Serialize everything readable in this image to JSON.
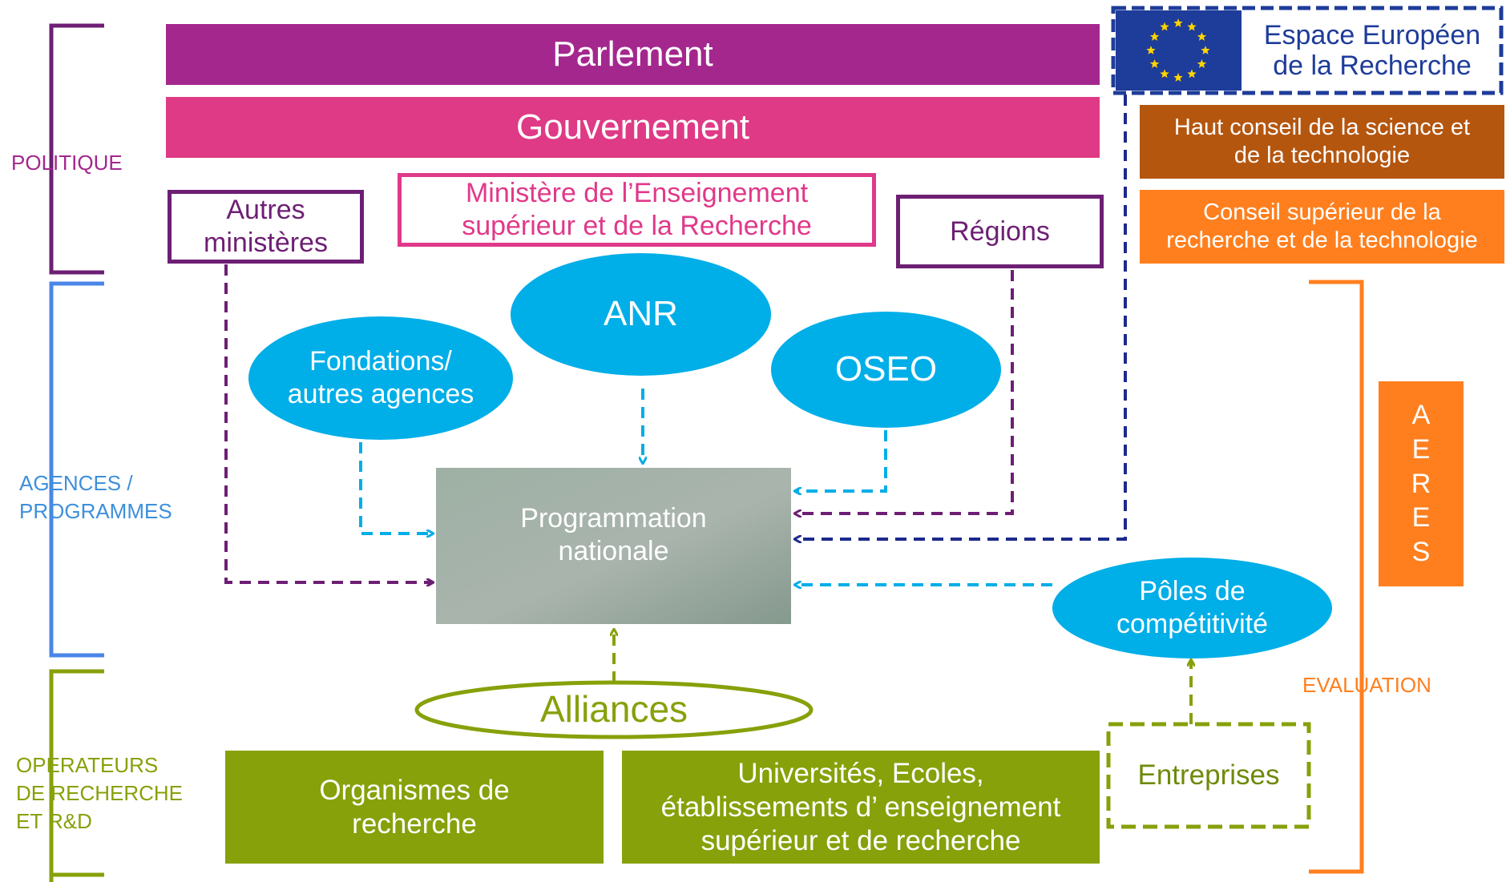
{
  "sections": {
    "politique": "POLITIQUE",
    "agences": "AGENCES /\nPROGRAMMES",
    "operateurs": "OPERATEURS\nDE RECHERCHE\nET R&D",
    "evaluation": "EVALUATION"
  },
  "nodes": {
    "parlement": "Parlement",
    "gouvernement": "Gouvernement",
    "autres_ministeres": "Autres\nministères",
    "ministere": "Ministère de l’Enseignement\nsupérieur et de la Recherche",
    "regions": "Régions",
    "anr": "ANR",
    "fondations": "Fondations/\nautres agences",
    "oseo": "OSEO",
    "programmation": "Programmation\nnationale",
    "poles": "Pôles de\ncompétitivité",
    "alliances": "Alliances",
    "organismes": "Organismes de\nrecherche",
    "universites": "Universités, Ecoles,\nétablissements d’ enseignement\nsupérieur et de recherche",
    "entreprises": "Entreprises",
    "espace_europeen": "Espace Européen\nde la Recherche",
    "haut_conseil": "Haut conseil de la science et\nde la technologie",
    "conseil_superieur": "Conseil supérieur de la\nrecherche et de la technologie",
    "aeres": "A\nE\nR\nE\nS"
  },
  "colors": {
    "parlement": "#a4278e",
    "gouvernement": "#df3a86",
    "ministere": "#e0398a",
    "purple": "#6d1f74",
    "cyan": "#00aee8",
    "navy": "#1c2a8c",
    "olive": "#86a10a",
    "brown": "#b5560f",
    "orange": "#ff7f1e",
    "blue_bracket": "#4a86e8",
    "eu_blue": "#1e3c9a",
    "gray_box": "#95a59a"
  },
  "icons": {
    "eu_flag": "eu-flag-icon"
  }
}
